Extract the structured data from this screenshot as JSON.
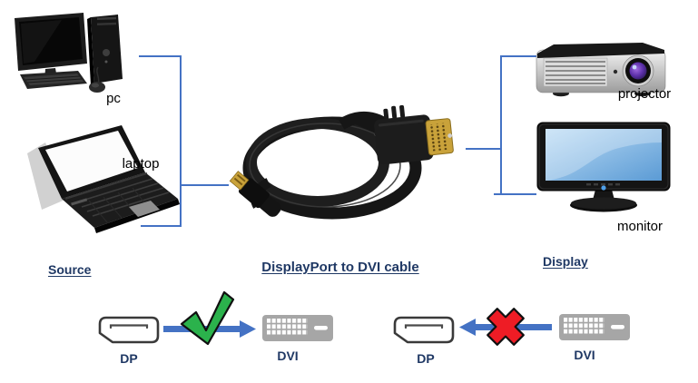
{
  "sections": {
    "source": {
      "title": "Source"
    },
    "cable": {
      "title": "DisplayPort to DVI cable"
    },
    "display": {
      "title": "Display"
    }
  },
  "devices": {
    "pc": "pc",
    "laptop": "laptop",
    "projector": "projector",
    "monitor": "monitor"
  },
  "compat": {
    "correct": {
      "left": "DP",
      "right": "DVI",
      "result": "green-checkmark",
      "direction": "right"
    },
    "incorrect": {
      "left": "DP",
      "right": "DVI",
      "result": "red-cross",
      "direction": "left"
    }
  },
  "colors": {
    "bracket_blue": "#4472C4",
    "arrow_blue": "#4472C4",
    "title_navy": "#1F3864",
    "check_green": "#2BB24C",
    "cross_red": "#EE1C25",
    "dvi_gray": "#A6A6A6"
  }
}
